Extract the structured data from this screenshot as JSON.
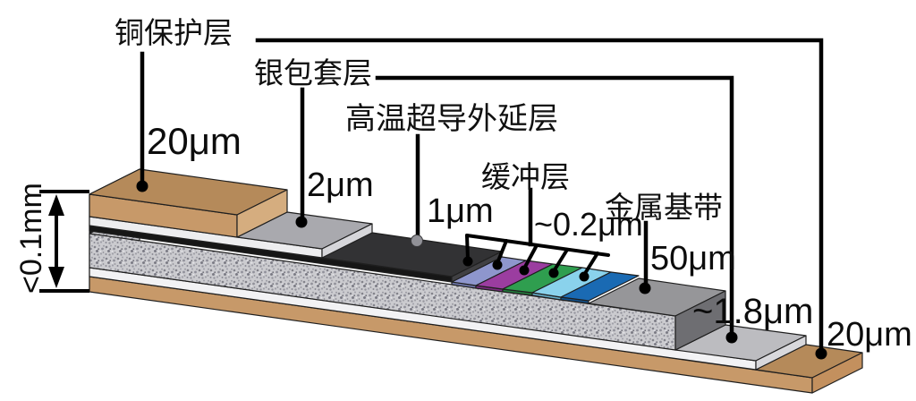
{
  "figure": {
    "kind": "hts-tape-layer-diagram",
    "dimension": {
      "label": "<0.1mm"
    },
    "labels": {
      "copper_top": {
        "name": "铜保护层",
        "thickness": "20μm"
      },
      "silver_top": {
        "name": "银包套层",
        "thickness": "2μm"
      },
      "hts": {
        "name": "高温超导外延层",
        "thickness": "1μm"
      },
      "buffer": {
        "name": "缓冲层",
        "thickness": "~0.2μm"
      },
      "substrate": {
        "name": "金属基带",
        "thickness": "50μm"
      },
      "silver_bottom": {
        "thickness": "~1.8μm"
      },
      "copper_bottom": {
        "thickness": "20μm"
      }
    },
    "colors": {
      "background": "#ffffff",
      "line": "#000000",
      "copper": {
        "top": "#b58a5a",
        "front": "#c79969",
        "side": "#d5ad7f",
        "end": "#c3905e"
      },
      "silver": {
        "top": "#a9a9ae",
        "front": "#ededef",
        "side": "#d6d6da"
      },
      "silver_bottom": {
        "top": "#bcbcc0",
        "front": "#f2f2f4",
        "side": "#d8d8dc"
      },
      "hts": {
        "top": "#323234",
        "front": "#161616",
        "side": "#404043"
      },
      "substrate": {
        "top": "#969699",
        "front_base": "#cbcbcf",
        "side": "#6e6e72",
        "speckle_dark": "#83838b",
        "speckle_mid": "#a0a0a8"
      },
      "buffer_strips": [
        {
          "top": "#8e96cd",
          "front": "#6f77ab"
        },
        {
          "top": "#9b3da0",
          "front": "#7c2b80"
        },
        {
          "top": "#2f9e4f",
          "front": "#227a3b"
        },
        {
          "top": "#8ad2ec",
          "front": "#66aec9"
        },
        {
          "top": "#1a6ab3",
          "front": "#124f88"
        }
      ]
    }
  }
}
